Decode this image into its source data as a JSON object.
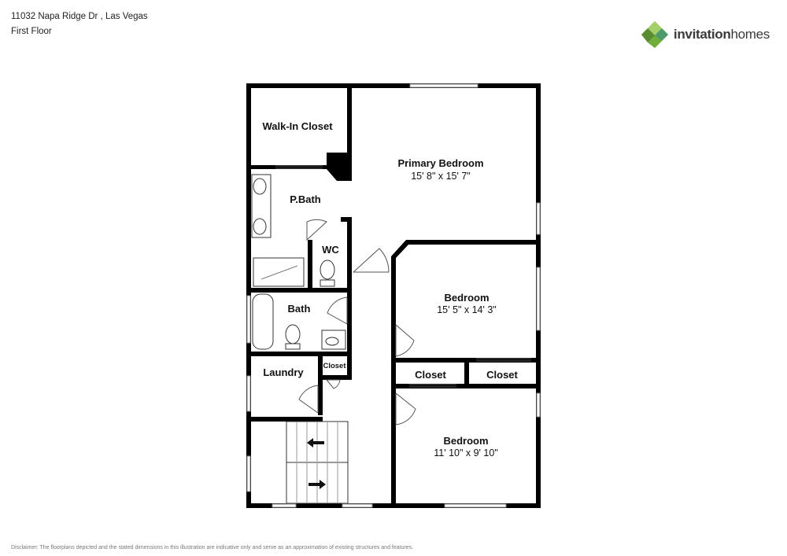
{
  "header": {
    "address": "11032 Napa Ridge Dr , Las Vegas",
    "floor": "First Floor"
  },
  "brand": {
    "name_bold": "invitation",
    "name_light": "homes",
    "colors": {
      "green_dark": "#5a8a32",
      "green_mid": "#7cb342",
      "green_light": "#a5cf6b",
      "green_teal": "#4f9a6c"
    }
  },
  "rooms": {
    "walk_in_closet": "Walk-In Closet",
    "primary_bedroom": {
      "name": "Primary Bedroom",
      "dims": "15' 8\" x 15' 7\""
    },
    "p_bath": "P.Bath",
    "wc": "WC",
    "bath": "Bath",
    "bedroom_2": {
      "name": "Bedroom",
      "dims": "15' 5\" x 14' 3\""
    },
    "closet_a": "Closet",
    "closet_b": "Closet",
    "laundry": "Laundry",
    "closet_small": "Closet",
    "bedroom_3": {
      "name": "Bedroom",
      "dims": "11' 10\" x 9' 10\""
    }
  },
  "disclaimer": "Disclaimer: The floorplans depicted and the stated dimensions in this illustration are indicative only and serve as an approximation of existing structures and features."
}
